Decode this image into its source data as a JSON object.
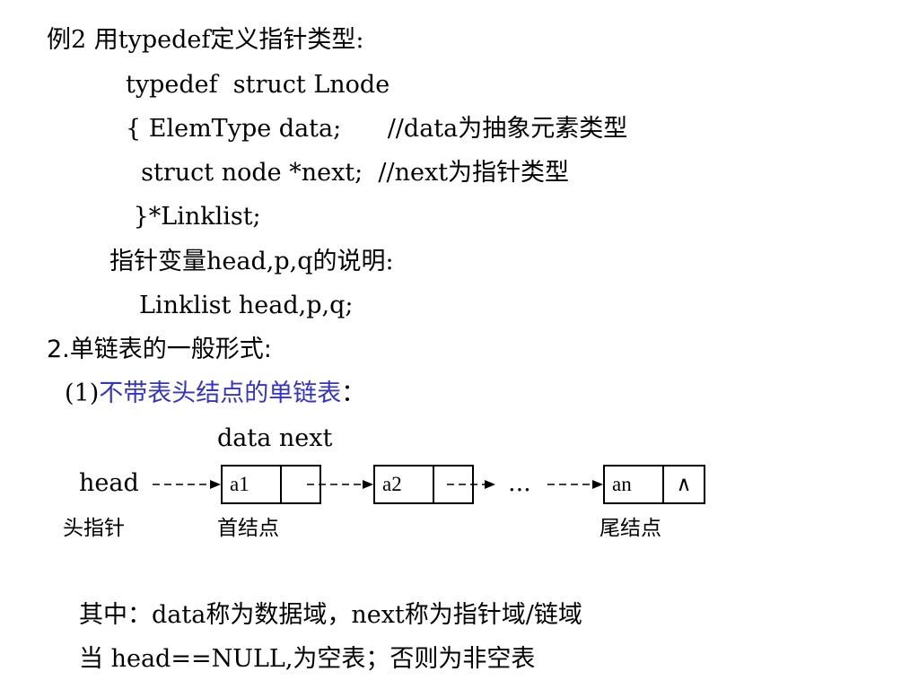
{
  "example": {
    "title": "例2 用typedef定义指针类型:",
    "code": [
      "typedef  struct Lnode",
      "{ ElemType data;      //data为抽象元素类型",
      "  struct node *next;  //next为指针类型",
      " }*Linklist;"
    ],
    "pointer_desc": "指针变量head,p,q的说明:",
    "declaration": "Linklist head,p,q;"
  },
  "section": {
    "heading_number": "2.",
    "heading_text": "单链表的一般形式",
    "heading_colon": ":",
    "sub_prefix": "(1)",
    "sub_text": "不带表头结点的单链表",
    "sub_colon": "："
  },
  "diagram": {
    "field_labels": "data next",
    "head_label": "head",
    "head_pointer_caption": "头指针",
    "first_node_caption": "首结点",
    "tail_node_caption": "尾结点",
    "ellipsis": "...",
    "nodes": [
      {
        "data": "a1",
        "next": ""
      },
      {
        "data": "a2",
        "next": ""
      },
      {
        "data": "an",
        "next": "∧"
      }
    ]
  },
  "notes": {
    "line1": "其中：data称为数据域，next称为指针域/链域",
    "line2": "当 head==NULL,为空表；否则为非空表"
  }
}
